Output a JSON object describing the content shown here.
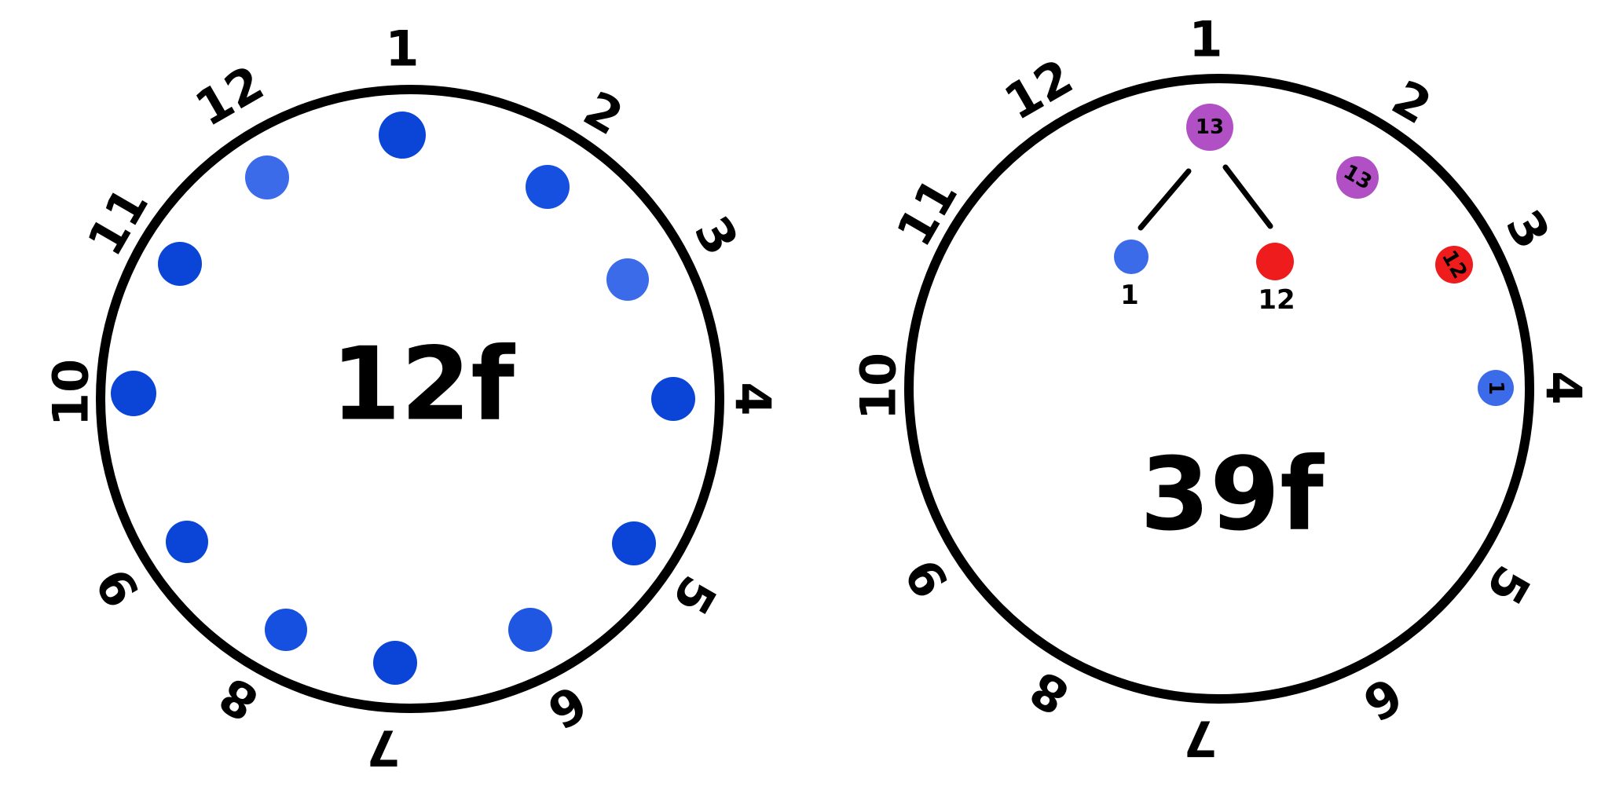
{
  "colors": {
    "line": "#000000",
    "dot_blue": "#0a45d8",
    "dot_purple": "#b14fc4",
    "dot_red": "#ee1c1c"
  },
  "left_diagram": {
    "center_label": "12f",
    "position_labels": [
      "1",
      "2",
      "3",
      "4",
      "5",
      "6",
      "7",
      "8",
      "9",
      "10",
      "11",
      "12"
    ]
  },
  "right_diagram": {
    "center_label": "39f",
    "position_labels": [
      "1",
      "2",
      "3",
      "4",
      "5",
      "6",
      "7",
      "8",
      "9",
      "10",
      "11",
      "12"
    ],
    "node_dots": [
      {
        "label": "13",
        "color": "purple"
      },
      {
        "label": "13",
        "color": "purple"
      },
      {
        "label": "12",
        "color": "red"
      },
      {
        "label": "1",
        "color": "blue"
      }
    ],
    "branch": {
      "root_label": "13",
      "children": [
        {
          "label": "1",
          "color": "blue"
        },
        {
          "label": "12",
          "color": "red"
        }
      ]
    }
  }
}
